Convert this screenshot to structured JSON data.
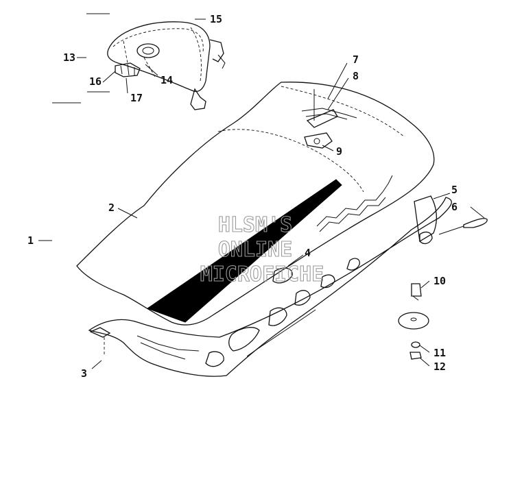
{
  "watermark": {
    "lines": [
      "HLSM'S",
      "ONLINE",
      "MICROFICHE"
    ],
    "color": "#9a9a9a"
  },
  "callouts": [
    {
      "id": "1",
      "text": "1"
    },
    {
      "id": "2",
      "text": "2"
    },
    {
      "id": "3",
      "text": "3"
    },
    {
      "id": "4",
      "text": "4"
    },
    {
      "id": "5",
      "text": "5"
    },
    {
      "id": "6",
      "text": "6"
    },
    {
      "id": "7",
      "text": "7"
    },
    {
      "id": "8",
      "text": "8"
    },
    {
      "id": "9",
      "text": "9"
    },
    {
      "id": "10",
      "text": "10"
    },
    {
      "id": "11",
      "text": "11"
    },
    {
      "id": "12",
      "text": "12"
    },
    {
      "id": "13",
      "text": "13"
    },
    {
      "id": "14",
      "text": "14"
    },
    {
      "id": "15",
      "text": "15"
    },
    {
      "id": "16",
      "text": "16"
    },
    {
      "id": "17",
      "text": "17"
    }
  ],
  "colors": {
    "ink": "#111111",
    "stripe": "#000000",
    "background": "#ffffff"
  }
}
